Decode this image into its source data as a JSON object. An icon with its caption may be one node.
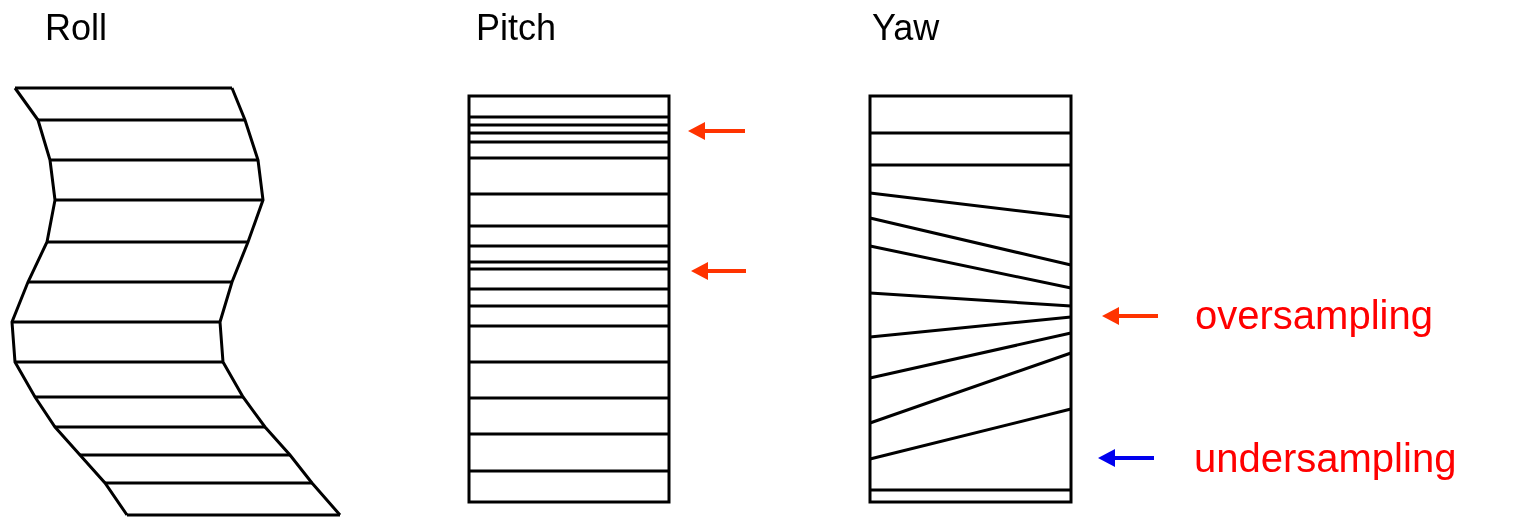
{
  "diagram": {
    "labels": [
      "Roll",
      "Pitch",
      "Yaw",
      "oversampling",
      "undersampling"
    ]
  }
}
